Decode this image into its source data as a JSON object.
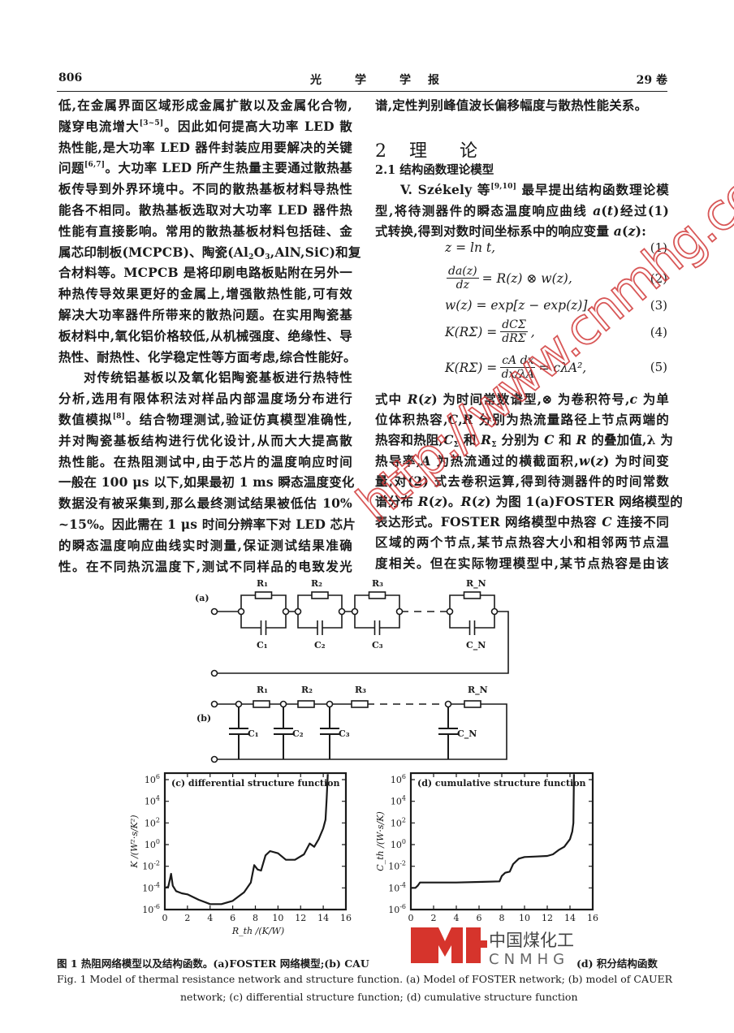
{
  "header": {
    "page_number": "806",
    "journal_chars": [
      "光",
      "学",
      "学",
      "报"
    ],
    "volume": "29 卷"
  },
  "left_column": [
    [
      "低,在金属界面区域形成金属扩散以及金属化合物,"
    ],
    [
      "隧穿电流增大",
      {
        "sup": "[3~5]"
      },
      "。因此如何提高大功率 LED 散"
    ],
    [
      "热性能,是大功率 LED 器件封装应用要解决的关键"
    ],
    [
      "问题",
      {
        "sup": "[6,7]"
      },
      "。大功率 LED 所产生热量主要通过散热基"
    ],
    [
      "板传导到外界环境中。不同的散热基板材料导热性"
    ],
    [
      "能各不相同。散热基板选取对大功率 LED 器件热"
    ],
    [
      "性能有直接影响。常用的散热基板材料包括硅、金"
    ],
    [
      "属芯印制板(MCPCB)、陶瓷(Al",
      {
        "sub": "2"
      },
      "O",
      {
        "sub": "3"
      },
      ",AlN,SiC)和复"
    ],
    [
      "合材料等。MCPCB 是将印刷电路板贴附在另外一"
    ],
    [
      "种热传导效果更好的金属上,增强散热性能,可有效"
    ],
    [
      "解决大功率器件所带来的散热问题。在实用陶瓷基"
    ],
    [
      "板材料中,氧化铝价格较低,从机械强度、绝缘性、导"
    ],
    [
      "热性、耐热性、化学稳定性等方面考虑,综合性能好。"
    ],
    [
      {
        "indent": true
      },
      "对传统铝基板以及氧化铝陶瓷基板进行热特性"
    ],
    [
      "分析,选用有限体积法对样品内部温度场分布进行"
    ],
    [
      "数值模拟",
      {
        "sup": "[8]"
      },
      "。结合物理测试,验证仿真模型准确性,"
    ],
    [
      "并对陶瓷基板结构进行优化设计,从而大大提高散"
    ],
    [
      "热性能。在热阻测试中,由于芯片的温度响应时间"
    ],
    [
      "一般在 100 μs 以下,如果最初 1 ms 瞬态温度变化"
    ],
    [
      "数据没有被采集到,那么最终测试结果被低估 10%"
    ],
    [
      "~15%。因此需在 1 μs 时间分辨率下对 LED 芯片"
    ],
    [
      "的瞬态温度响应曲线实时测量,保证测试结果准确"
    ],
    [
      "性。在不同热沉温度下,测试不同样品的电致发光"
    ]
  ],
  "right_top": [
    [
      {
        "last": true
      },
      "谱,定性判别峰值波长偏移幅度与散热性能关系。"
    ]
  ],
  "section": {
    "number": "2",
    "title_a": "理",
    "title_b": "论"
  },
  "subsection": "2.1  结构函数理论模型",
  "right_intro": [
    [
      {
        "indent": true
      },
      "V. Székely 等",
      {
        "sup": "[9,10]"
      },
      " 最早提出结构函数理论模"
    ],
    [
      "型,将待测器件的瞬态温度响应曲线 ",
      {
        "i": "a"
      },
      "(",
      {
        "i": "t"
      },
      ")经过(1)"
    ],
    [
      {
        "last": true
      },
      "式转换,得到对数时间坐标系中的响应变量 ",
      {
        "i": "a"
      },
      "(",
      {
        "i": "z"
      },
      "):"
    ]
  ],
  "equations": [
    {
      "lhs": "z = ln t,",
      "number": "(1)"
    },
    {
      "num": "da(z)",
      "den": "dz",
      "rhs": "= R(z) ⊗ w(z),",
      "number": "(2)"
    },
    {
      "lhs": "w(z) = exp[z − exp(z)],",
      "number": "(3)"
    },
    {
      "lhs": "K(RΣ) =",
      "num": "dCΣ",
      "den": "dRΣ",
      "rhs": ",",
      "number": "(4)"
    },
    {
      "lhs": "K(RΣ) =",
      "num": "cA dx",
      "den": "dx/λA",
      "rhs": "= cλA²,",
      "number": "(5)"
    }
  ],
  "right_body": [
    [
      "式中 ",
      {
        "i": "R"
      },
      "(",
      {
        "i": "z"
      },
      ") 为时间常数谱型,⊗ 为卷积符号,",
      {
        "i": "c"
      },
      " 为单"
    ],
    [
      "位体积热容,",
      {
        "i": "C"
      },
      ",",
      {
        "i": "R"
      },
      " 分别为热流量路径上节点两端的"
    ],
    [
      "热容和热阻,",
      {
        "i": "C"
      },
      {
        "sub": "Σ"
      },
      " 和 ",
      {
        "i": "R"
      },
      {
        "sub": "Σ"
      },
      " 分别为 ",
      {
        "i": "C"
      },
      " 和 ",
      {
        "i": "R"
      },
      " 的叠加值,λ 为"
    ],
    [
      "热导率,",
      {
        "i": "A"
      },
      " 为热流通过的横截面积,",
      {
        "i": "w"
      },
      "(",
      {
        "i": "z"
      },
      ") 为时间变"
    ],
    [
      "量,对(2) 式去卷积运算,得到待测器件的时间常数"
    ],
    [
      "谱分布 ",
      {
        "i": "R"
      },
      "(",
      {
        "i": "z"
      },
      ")。",
      {
        "i": "R"
      },
      "(",
      {
        "i": "z"
      },
      ") 为图 1(a)FOSTER 网络模型的"
    ],
    [
      "表达形式。FOSTER 网络模型中热容 ",
      {
        "i": "C"
      },
      " 连接不同"
    ],
    [
      "区域的两个节点,某节点热容大小和相邻两节点温"
    ],
    [
      "度相关。但在实际物理模型中,某节点热容是由该"
    ]
  ],
  "circuit_a": {
    "label": "(a)",
    "resistors": [
      "R₁",
      "R₂",
      "R₃",
      "R_N"
    ],
    "capacitors": [
      "C₁",
      "C₂",
      "C₃",
      "C_N"
    ]
  },
  "circuit_b": {
    "label": "(b)",
    "resistors": [
      "R₁",
      "R₂",
      "R₃",
      "R_N"
    ],
    "capacitors": [
      "C₁",
      "C₂",
      "C₃",
      "C_N"
    ]
  },
  "chart_data": [
    {
      "type": "line",
      "title": "(c)  differential structure function",
      "xlabel": "R_th /(K/W)",
      "ylabel": "K /(W²·s/K²)",
      "xlim": [
        0,
        16
      ],
      "ylim_log10": [
        -6,
        6
      ],
      "yscale": "log",
      "xticks": [
        "0",
        "2",
        "4",
        "6",
        "8",
        "10",
        "12",
        "14",
        "16"
      ],
      "yticks_exp": [
        "-6",
        "-4",
        "-2",
        "0",
        "2",
        "4",
        "6"
      ],
      "x": [
        0,
        0.3,
        0.45,
        0.55,
        0.7,
        1,
        1.5,
        2,
        3,
        4,
        5,
        6,
        7,
        7.6,
        7.9,
        8.2,
        8.5,
        8.9,
        9.3,
        10,
        10.7,
        11.5,
        12.3,
        12.8,
        13.2,
        13.6,
        14,
        14.2,
        14.3,
        14.4
      ],
      "log10_y": [
        -4,
        -3.9,
        -3.2,
        -2.7,
        -3.8,
        -4.3,
        -4.5,
        -4.6,
        -5.1,
        -5.5,
        -5.5,
        -5.2,
        -4.4,
        -3.5,
        -1.9,
        -2.3,
        -2.4,
        -1,
        -0.6,
        -0.8,
        -1.4,
        -1.4,
        -0.9,
        0.1,
        -0.2,
        0.5,
        1.5,
        2.3,
        4.2,
        6.5
      ]
    },
    {
      "type": "line",
      "title": "(d) cumulative structure function",
      "xlabel": "",
      "ylabel": "C_th /(W·s/K)",
      "xlim": [
        0,
        16
      ],
      "ylim_log10": [
        -6,
        6
      ],
      "yscale": "log",
      "xticks": [
        "0",
        "2",
        "4",
        "6",
        "8",
        "10",
        "12",
        "14",
        "16"
      ],
      "yticks_exp": [
        "-6",
        "-4",
        "-2",
        "0",
        "2",
        "4",
        "6"
      ],
      "x": [
        0,
        0.4,
        0.6,
        0.8,
        2,
        4,
        6,
        7.8,
        8,
        8.3,
        8.7,
        9,
        9.5,
        10,
        11,
        12,
        12.5,
        13,
        13.5,
        14,
        14.2,
        14.3,
        14.35
      ],
      "log10_y": [
        -4,
        -4,
        -3.8,
        -3.5,
        -3.5,
        -3.5,
        -3.45,
        -3.4,
        -2.9,
        -2.6,
        -2.5,
        -1.8,
        -1.3,
        -1.15,
        -1.1,
        -1.05,
        -0.9,
        -0.5,
        -0.2,
        0.5,
        1.2,
        2,
        6.5
      ]
    }
  ],
  "caption": {
    "cn_a": "图 1  热阻网络模型以及结构函数。(a)FOSTER 网络模型;(b) CAU",
    "cn_b": "(d) 积分结构函数",
    "en_1": "Fig. 1  Model of thermal resistance network and structure function. (a) Model of FOSTER network; (b) model of CAUER",
    "en_2": "network; (c) differential structure function; (d) cumulative structure function"
  },
  "watermark": {
    "text": "http://www.cnmhg.com",
    "logo_cn": "中国煤化工",
    "logo_en": "CNMHG",
    "color": "#d23a3a"
  }
}
